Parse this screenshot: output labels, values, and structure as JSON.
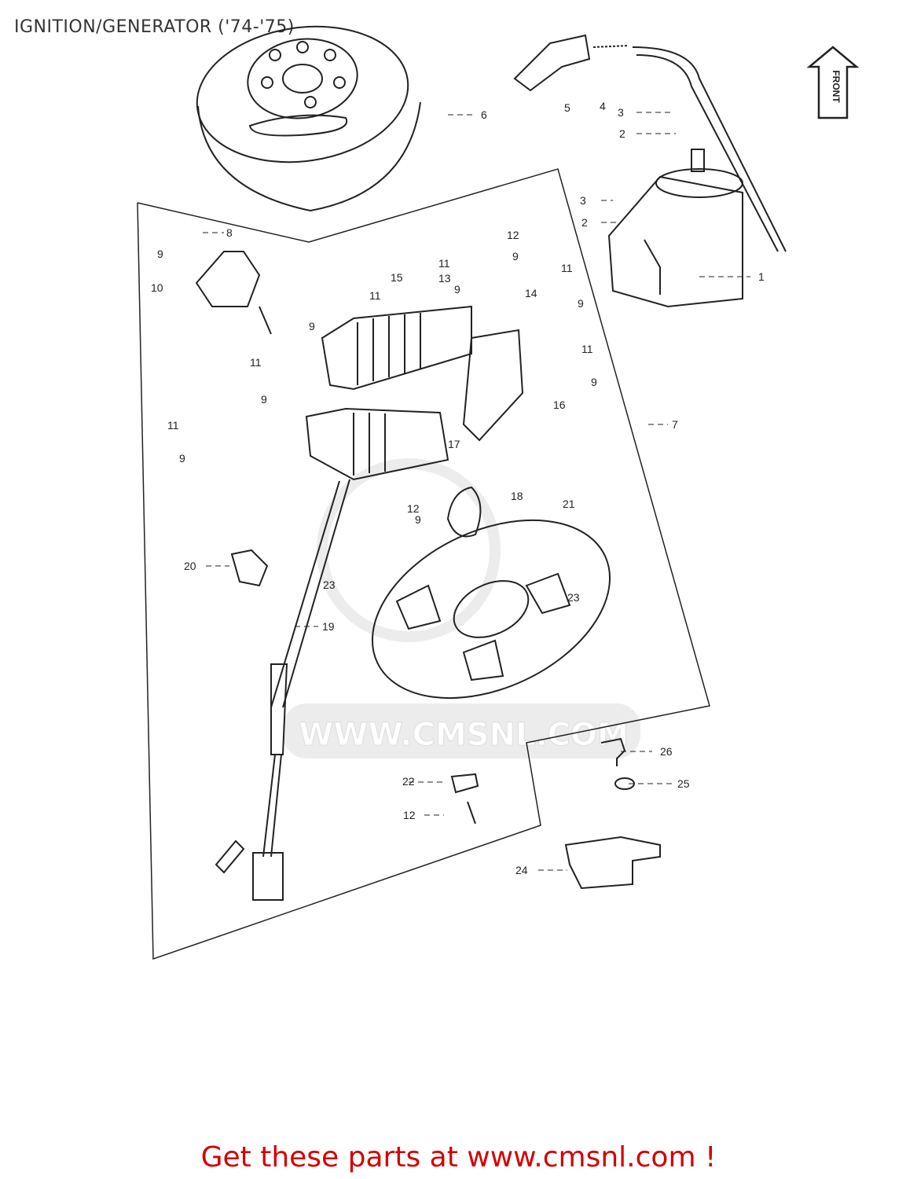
{
  "title": "IGNITION/GENERATOR ('74-'75)",
  "footer_link": "Get these parts at www.cmsnl.com !",
  "front_marker": "FRONT",
  "watermark": "WWW.CMSNL.COM",
  "colors": {
    "link": "#d40000",
    "line": "#222222",
    "watermark": "#e6e6e6"
  },
  "callouts": [
    {
      "id": "c1",
      "label": "1"
    },
    {
      "id": "c2a",
      "label": "2"
    },
    {
      "id": "c2b",
      "label": "2"
    },
    {
      "id": "c3a",
      "label": "3"
    },
    {
      "id": "c3b",
      "label": "3"
    },
    {
      "id": "c4",
      "label": "4"
    },
    {
      "id": "c5",
      "label": "5"
    },
    {
      "id": "c6",
      "label": "6"
    },
    {
      "id": "c7",
      "label": "7"
    },
    {
      "id": "c8",
      "label": "8"
    },
    {
      "id": "c9a",
      "label": "9"
    },
    {
      "id": "c9b",
      "label": "9"
    },
    {
      "id": "c9c",
      "label": "9"
    },
    {
      "id": "c9d",
      "label": "9"
    },
    {
      "id": "c9e",
      "label": "9"
    },
    {
      "id": "c9f",
      "label": "9"
    },
    {
      "id": "c9g",
      "label": "9"
    },
    {
      "id": "c9h",
      "label": "9"
    },
    {
      "id": "c9i",
      "label": "9"
    },
    {
      "id": "c10",
      "label": "10"
    },
    {
      "id": "c11a",
      "label": "11"
    },
    {
      "id": "c11b",
      "label": "11"
    },
    {
      "id": "c11c",
      "label": "11"
    },
    {
      "id": "c11d",
      "label": "11"
    },
    {
      "id": "c11e",
      "label": "11"
    },
    {
      "id": "c11f",
      "label": "11"
    },
    {
      "id": "c12a",
      "label": "12"
    },
    {
      "id": "c12b",
      "label": "12"
    },
    {
      "id": "c12c",
      "label": "12"
    },
    {
      "id": "c13",
      "label": "13"
    },
    {
      "id": "c14",
      "label": "14"
    },
    {
      "id": "c15",
      "label": "15"
    },
    {
      "id": "c16",
      "label": "16"
    },
    {
      "id": "c17",
      "label": "17"
    },
    {
      "id": "c18",
      "label": "18"
    },
    {
      "id": "c19",
      "label": "19"
    },
    {
      "id": "c20",
      "label": "20"
    },
    {
      "id": "c21",
      "label": "21"
    },
    {
      "id": "c22",
      "label": "22"
    },
    {
      "id": "c23a",
      "label": "23"
    },
    {
      "id": "c23b",
      "label": "23"
    },
    {
      "id": "c24",
      "label": "24"
    },
    {
      "id": "c25",
      "label": "25"
    },
    {
      "id": "c26",
      "label": "26"
    }
  ]
}
